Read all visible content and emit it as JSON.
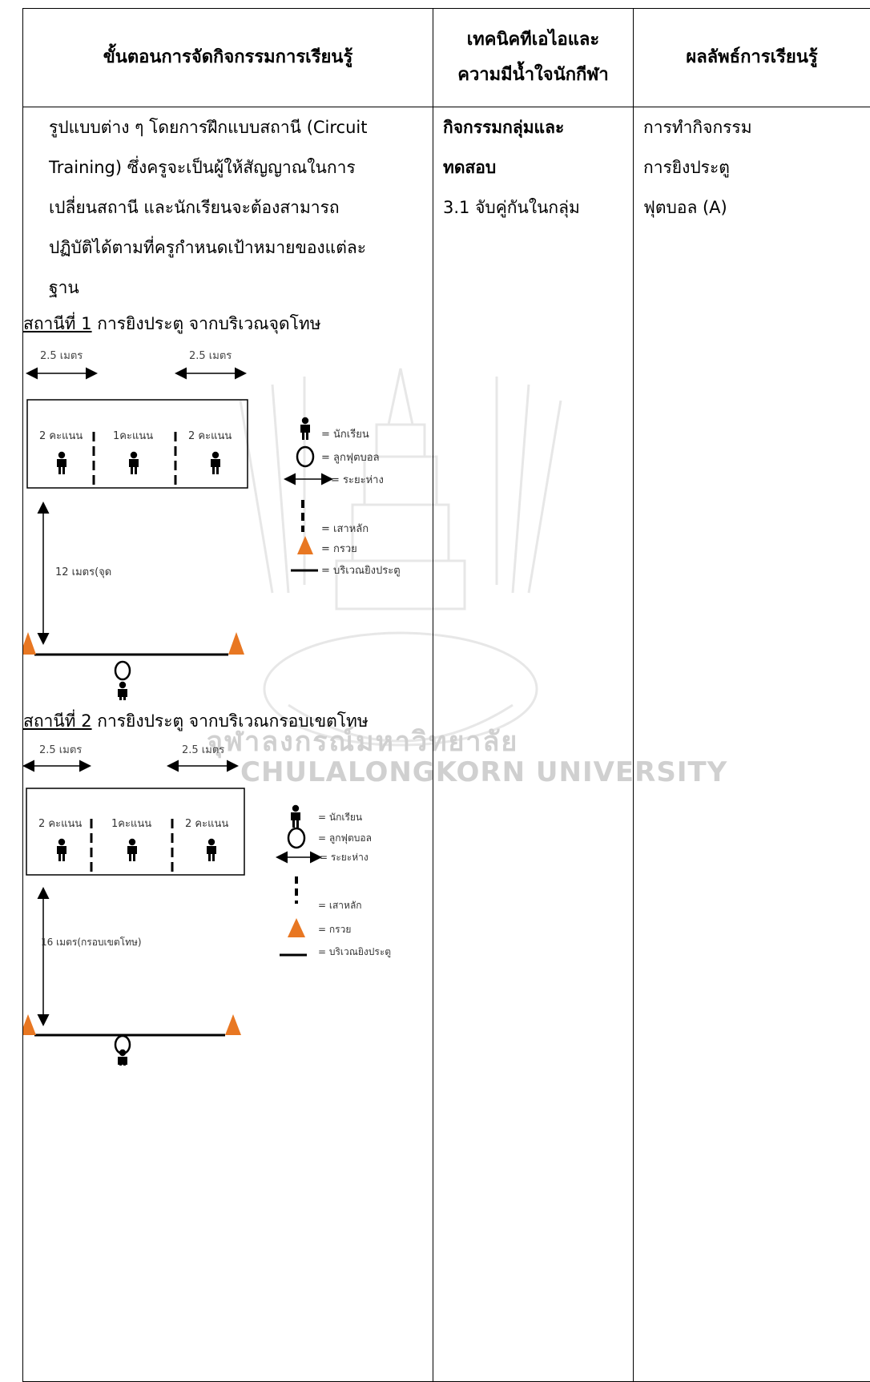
{
  "header": {
    "col1": "ขั้นตอนการจัดกิจกรรมการเรียนรู้",
    "col2_line1": "เทคนิคทีเอไอและ",
    "col2_line2": "ความมีน้ำใจนักกีฬา",
    "col3": "ผลลัพธ์การเรียนรู้"
  },
  "col1": {
    "intro_lines": [
      "รูปแบบต่าง ๆ โดยการฝึกแบบสถานี (Circuit",
      "Training) ซึ่งครูจะเป็นผู้ให้สัญญาณในการ",
      "เปลี่ยนสถานี และนักเรียนจะต้องสามารถ",
      "ปฏิบัติได้ตามที่ครูกำหนดเป้าหมายของแต่ละ",
      "ฐาน"
    ],
    "station1": {
      "label": "สถานีที่ 1",
      "text": " การยิงประตู จากบริเวณจุดโทษ",
      "dist_left": "2.5 เมตร",
      "dist_right": "2.5 เมตร",
      "score_left": "2 คะแนน",
      "score_mid": "1คะแนน",
      "score_right": "2 คะแนน",
      "distance_label": "12 เมตร(จุด"
    },
    "station2": {
      "label": "สถานีที่ 2",
      "text": " การยิงประตู จากบริเวณกรอบเขตโทษ",
      "dist_left": "2.5 เมตร",
      "dist_right": "2.5 เมตร",
      "score_left": "2 คะแนน",
      "score_mid": "1คะแนน",
      "score_right": "2 คะแนน",
      "distance_label": "16 เมตร(กรอบเขตโทษ)"
    },
    "legend": {
      "student": "= นักเรียน",
      "ball": "= ลูกฟุตบอล",
      "distance": "= ระยะห่าง",
      "post": "= เสาหลัก",
      "cone": "= กรวย",
      "shooting_area": "= บริเวณยิงประตู"
    }
  },
  "col2": {
    "bold_line1": "กิจกรรมกลุ่มและ",
    "bold_line2": "ทดสอบ",
    "item": "3.1 จับคู่กันในกลุ่ม"
  },
  "col3": {
    "lines": [
      "การทำกิจกรรม",
      "การยิงประตู",
      "ฟุตบอล (A)"
    ]
  },
  "watermark": {
    "thai": "จุฬาลงกรณ์มหาวิทยาลัย",
    "english": "CHULALONGKORN UNIVERSITY"
  },
  "colors": {
    "cone": "#e87722",
    "line": "#000000"
  }
}
